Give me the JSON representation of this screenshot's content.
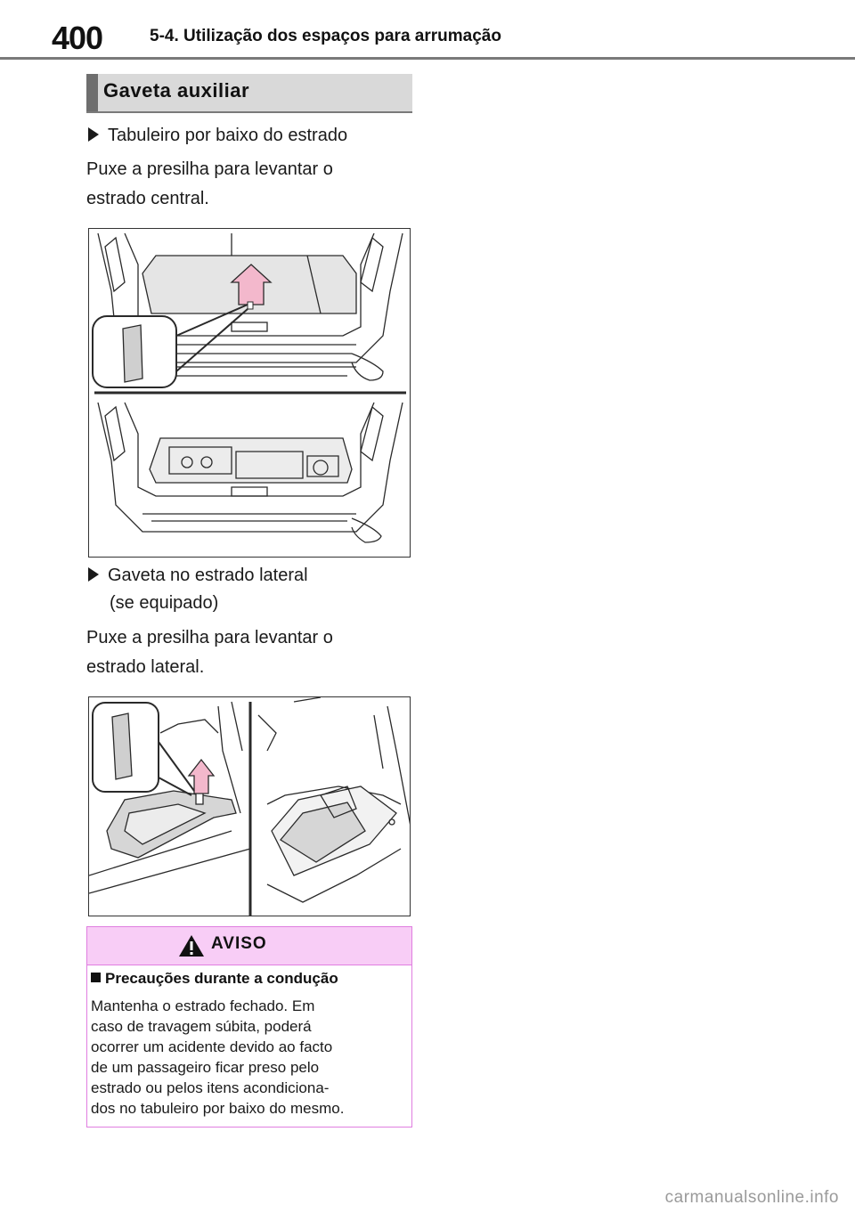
{
  "header": {
    "page_number": "400",
    "section_title": "5-4. Utilização dos espaços para arrumação"
  },
  "box": {
    "title": "Gaveta auxiliar"
  },
  "item1": {
    "label": "Tabuleiro por baixo do estrado",
    "text_line1": "Puxe a presilha para levantar o",
    "text_line2": "estrado central."
  },
  "item2": {
    "label_line1": "Gaveta no estrado lateral",
    "label_line2": "(se equipado)",
    "text_line1": "Puxe a presilha para levantar o",
    "text_line2": "estrado lateral."
  },
  "warning": {
    "title": "AVISO",
    "subtitle": "Precauções durante a condução",
    "lines": [
      "Mantenha o estrado fechado. Em",
      "caso de travagem súbita, poderá",
      "ocorrer um acidente devido ao facto",
      "de um passageiro ficar preso pelo",
      "estrado ou pelos itens acondiciona-",
      "dos no tabuleiro por baixo do mesmo."
    ]
  },
  "watermark": "carmanualsonline.info",
  "colors": {
    "warning_border": "#e07ee0",
    "warning_fill": "#f8cdf6",
    "arrow_fill": "#f3b8cc",
    "title_bar_bg": "#d9d9d9",
    "title_bar_accent": "#6e6e6e"
  }
}
